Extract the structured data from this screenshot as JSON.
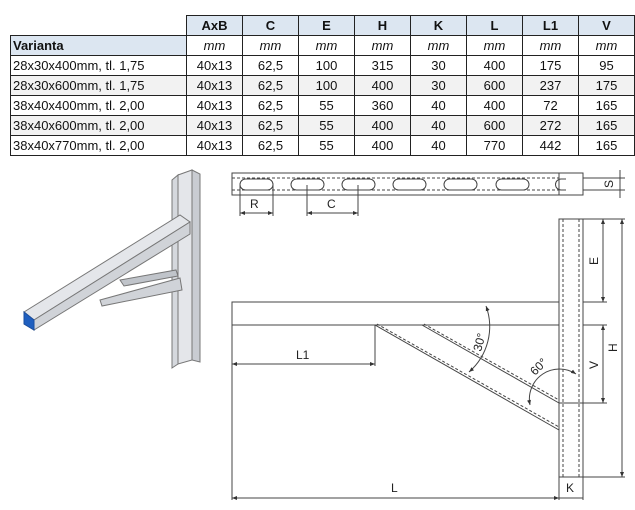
{
  "table": {
    "headers": [
      "AxB",
      "C",
      "E",
      "H",
      "K",
      "L",
      "L1",
      "V"
    ],
    "variant_label": "Varianta",
    "units": [
      "mm",
      "mm",
      "mm",
      "mm",
      "mm",
      "mm",
      "mm",
      "mm"
    ],
    "rows": [
      {
        "name": "28x30x400mm, tl. 1,75",
        "values": [
          "40x13",
          "62,5",
          "100",
          "315",
          "30",
          "400",
          "175",
          "95"
        ]
      },
      {
        "name": "28x30x600mm, tl. 1,75",
        "values": [
          "40x13",
          "62,5",
          "100",
          "400",
          "30",
          "600",
          "237",
          "175"
        ]
      },
      {
        "name": "38x40x400mm, tl. 2,00",
        "values": [
          "40x13",
          "62,5",
          "55",
          "360",
          "40",
          "400",
          "72",
          "165"
        ]
      },
      {
        "name": "38x40x600mm, tl. 2,00",
        "values": [
          "40x13",
          "62,5",
          "55",
          "400",
          "40",
          "600",
          "272",
          "165"
        ]
      },
      {
        "name": "38x40x770mm, tl. 2,00",
        "values": [
          "40x13",
          "62,5",
          "55",
          "400",
          "40",
          "770",
          "442",
          "165"
        ]
      }
    ]
  },
  "drawing": {
    "R": "R",
    "C": "C",
    "S": "S",
    "E": "E",
    "H": "H",
    "V": "V",
    "L1": "L1",
    "L": "L",
    "K": "K",
    "angle1": "30°",
    "angle2": "60°"
  },
  "colors": {
    "header_bg": "#dce6f1",
    "profile_end": "#1f5fbf"
  }
}
